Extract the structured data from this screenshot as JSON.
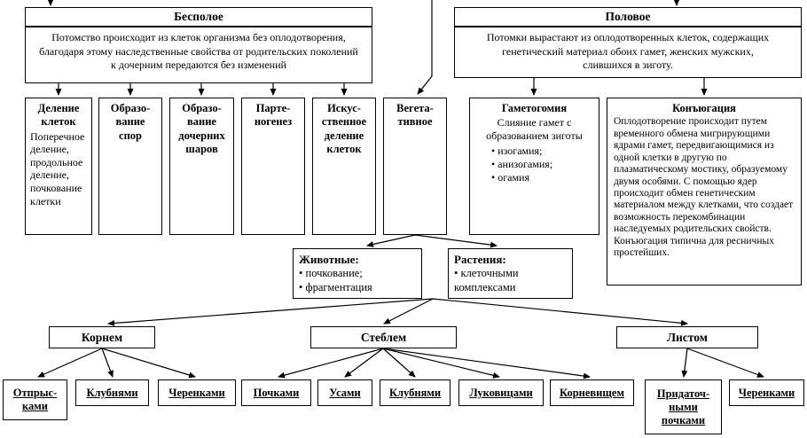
{
  "top": {
    "asexual": {
      "title": "Бесполое",
      "description": "Потомство происходит из клеток организма без оплодотворения,\nблагодаря этому наследственные свойства от родительских поколений\nк дочерним передаются без изменений"
    },
    "sexual": {
      "title": "Половое",
      "description": "Потомки вырастают из оплодотворенных клеток, содержащих\nгенетический материал обоих гамет, женских мужских,\nслившихся в зиготу."
    }
  },
  "asexual_types": [
    {
      "title": "Деление\nклеток",
      "body": "Поперечное\nделение,\nпродольное\nделение,\nпочкование\nклетки"
    },
    {
      "title": "Образо-\nвание\nспор"
    },
    {
      "title": "Образо-\nвание\nдочерних\nшаров"
    },
    {
      "title": "Парте-\nногенез"
    },
    {
      "title": "Искус-\nственное\nделение\nклеток"
    },
    {
      "title": "Вегета-\nтивное"
    }
  ],
  "sexual_types": {
    "gametogamy": {
      "title": "Гаметогомия",
      "body": "Слияние гамет с\nобразованием зиготы",
      "bullets": "• изогамия;\n• анизогамия;\n• огамия"
    },
    "conjugation": {
      "title": "Конъюгация",
      "body": "Оплодотворение происходит путем временного обмена мигрирующими ядрами гамет, передвигающимися из одной клетки в другую по плазматическому мостику, образуемому двумя особями. С помощью ядер происходит обмен генетическим материалом между клетками, что создает возможность перекомбинации наследуемых родительских свойств. Конъюгация типична для ресничных простейших."
    }
  },
  "vegetative": {
    "animals": {
      "title": "Животные:",
      "body": "• почкование;\n• фрагментация"
    },
    "plants": {
      "title": "Растения:",
      "body": "• клеточными\nкомплексами"
    }
  },
  "organs": [
    {
      "title": "Корнем"
    },
    {
      "title": "Стеблем"
    },
    {
      "title": "Листом"
    }
  ],
  "methods": [
    {
      "label": "Отпрыс-\nками"
    },
    {
      "label": "Клубнями"
    },
    {
      "label": "Черенками"
    },
    {
      "label": "Почками"
    },
    {
      "label": "Усами"
    },
    {
      "label": "Клубнями"
    },
    {
      "label": "Луковицами"
    },
    {
      "label": "Корневищем"
    },
    {
      "label": "Придаточ-\nными\nпочками"
    },
    {
      "label": "Черенками"
    }
  ],
  "colors": {
    "line": "#000000",
    "background": "#ffffff"
  }
}
